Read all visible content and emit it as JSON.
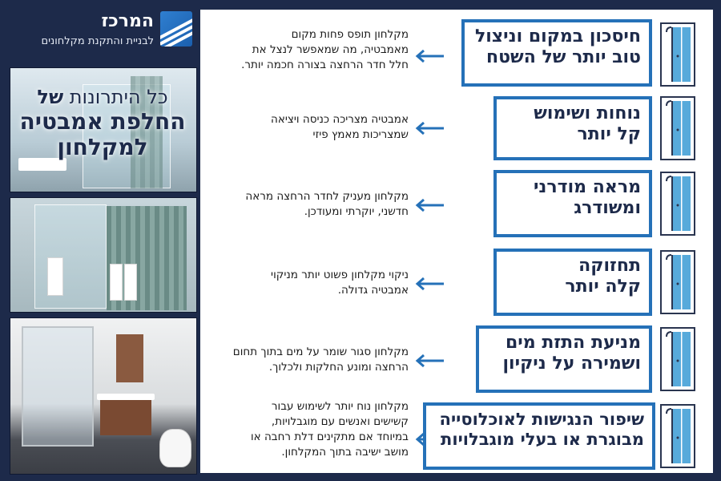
{
  "brand": {
    "name": "המרכז",
    "subtitle": "לבניית והתקנת מקלחונים"
  },
  "headline": {
    "line1_light": "כל היתרונות",
    "line1_bold": "של",
    "line2": "החלפת אמבטיה",
    "line3": "למקלחון"
  },
  "rows": [
    {
      "title_line1": "חיסכון במקום וניצול",
      "title_line2": "טוב יותר של השטח",
      "desc_line1": "מקלחון תופס פחות מקום",
      "desc_line2": "מאמבטיה, מה שמאפשר לנצל את",
      "desc_line3": "חלל חדר הרחצה בצורה חכמה יותר."
    },
    {
      "title_line1": "נוחות ושימוש",
      "title_line2": "קל יותר",
      "desc_line1": "אמבטיה מצריכה כניסה ויציאה",
      "desc_line2": "שמצריכות מאמץ פיזי",
      "desc_line3": ""
    },
    {
      "title_line1": "מראה מודרני",
      "title_line2": "ומשודרג",
      "desc_line1": "מקלחון מעניק לחדר הרחצה מראה",
      "desc_line2": "חדשני, יוקרתי ומעודכן.",
      "desc_line3": ""
    },
    {
      "title_line1": "תחזוקה",
      "title_line2": "קלה יותר",
      "desc_line1": "ניקוי מקלחון פשוט יותר מניקוי",
      "desc_line2": "אמבטיה גדולה.",
      "desc_line3": ""
    },
    {
      "title_line1": "מניעת התזת מים",
      "title_line2": "ושמירה על ניקיון",
      "desc_line1": "מקלחון סגור שומר על מים בתוך תחום",
      "desc_line2": "הרחצה ומונע החלקות ולכלוך.",
      "desc_line3": ""
    },
    {
      "title_line1": "שיפור הנגישות לאוכלוסייה",
      "title_line2": "מבוגרת או בעלי מוגבלויות",
      "desc_line1": "מקלחון נוח יותר לשימוש עבור",
      "desc_line2": "קשישים ואנשים עם מוגבלויות,",
      "desc_line3": "במיוחד אם מתקינים דלת רחבה או",
      "desc_line4": "מושב ישיבה בתוך המקלחון."
    }
  ],
  "colors": {
    "navy": "#1d2a4a",
    "accent_blue": "#2571b8",
    "icon_blue": "#3a9bd5"
  },
  "icons": {
    "row_icon": "shower-cabin-icon",
    "arrow": "arrow-left-icon",
    "logo": "brand-logo-icon"
  }
}
